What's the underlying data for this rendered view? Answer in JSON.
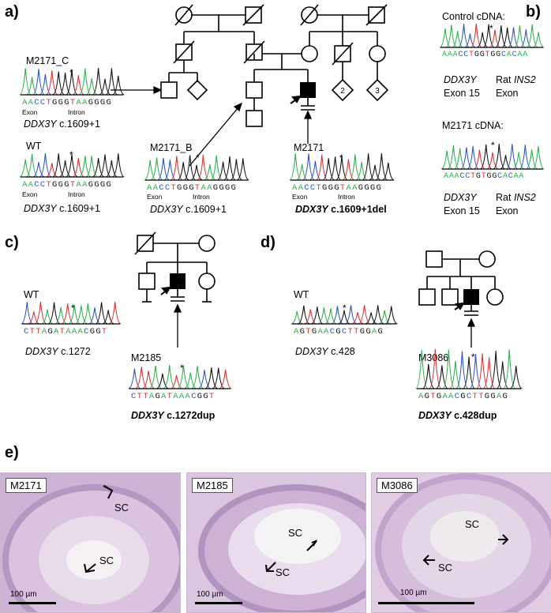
{
  "panels": {
    "a": "a)",
    "b": "b)",
    "c": "c)",
    "d": "d)",
    "e": "e)"
  },
  "panel_a": {
    "m2171c_label": "M2171_C",
    "m2171c_seq": "AACCTGGGTAAGGGG",
    "exon": "Exon",
    "intron": "Intron",
    "gene": "DDX3Y",
    "m2171c_variant": "c.1609+1",
    "wt_label": "WT",
    "wt_seq": "AACCTGGGTAAGGGG",
    "wt_variant": "c.1609+1",
    "m2171b_label": "M2171_B",
    "m2171b_seq": "AACCTGGGTAAGGGG",
    "m2171b_variant": "c.1609+1",
    "m2171_label": "M2171",
    "m2171_seq": "AACCTGGGTAAGGGG",
    "m2171_variant": "c.1609+1del",
    "asterisk": "*",
    "pedigree_numbers": [
      "2",
      "3"
    ]
  },
  "panel_b": {
    "control_title": "Control cDNA:",
    "control_seq": "AAACCTGGTGGCACAA",
    "m2171_title": "M2171 cDNA:",
    "m2171_seq": "AAACCTGTGGCACAA",
    "gene": "DDX3Y",
    "exon15": "Exon 15",
    "rat": "Rat",
    "ins2": "INS2",
    "exon": "Exon"
  },
  "panel_c": {
    "wt_label": "WT",
    "wt_seq": "CTTAGATAAACGGT",
    "gene": "DDX3Y",
    "wt_variant": "c.1272",
    "patient_label": "M2185",
    "patient_seq": "CTTAGATAAACGGT",
    "patient_variant": "c.1272dup"
  },
  "panel_d": {
    "wt_label": "WT",
    "wt_seq": "AGTGAACGCTTGGAG",
    "gene": "DDX3Y",
    "wt_variant": "c.428",
    "patient_label": "M3086",
    "patient_seq": "AGTGAACGCTTGGAG",
    "patient_variant": "c.428dup"
  },
  "panel_e": {
    "images": [
      {
        "tag": "M2171",
        "sc1": "SC",
        "sc2": "SC",
        "scale": "100 µm"
      },
      {
        "tag": "M2185",
        "sc1": "SC",
        "sc2": "SC",
        "scale": "100 µm"
      },
      {
        "tag": "M3086",
        "sc1": "SC",
        "sc2": "SC",
        "scale": "100 µm"
      }
    ]
  },
  "colors": {
    "A": "#2bb34a",
    "C": "#2a55c8",
    "G": "#111111",
    "T": "#e03030",
    "histo_bg": "#d6c2db",
    "histo_cell": "#8a6aa3",
    "histo_lumen": "#f2eef3"
  }
}
